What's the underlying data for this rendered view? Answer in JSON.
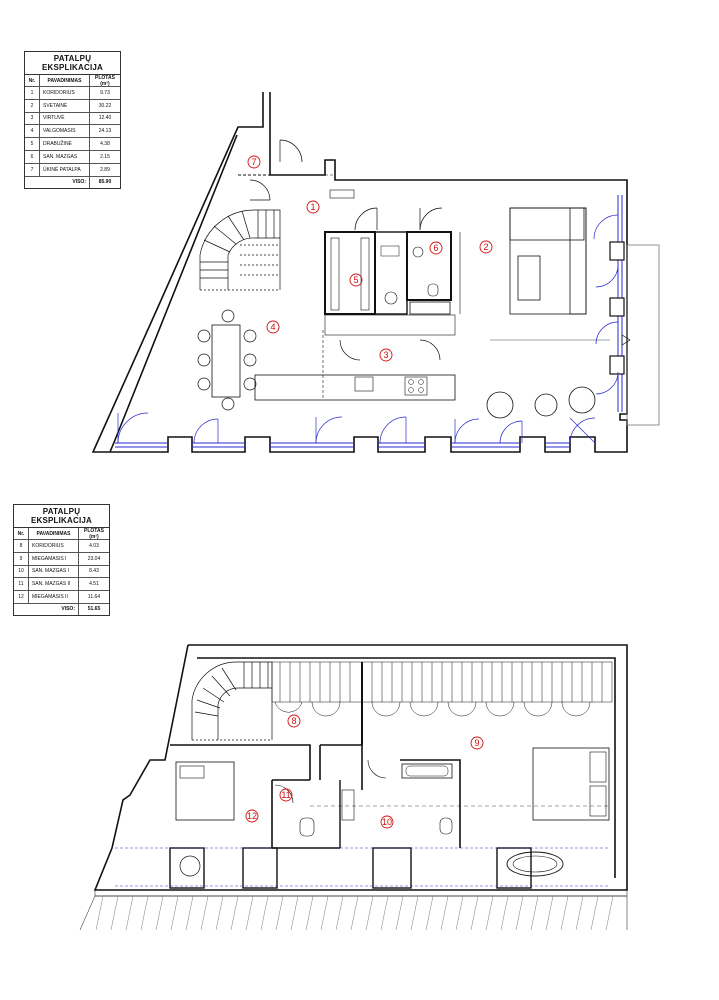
{
  "table1": {
    "title": "PATALPŲ EKSPLIKACIJA",
    "headers": {
      "nr": "Nr.",
      "name": "PAVADINIMAS",
      "area": "PLOTAS (m²)"
    },
    "rows": [
      {
        "nr": "1",
        "name": "KORIDORIUS",
        "area": "9.73"
      },
      {
        "nr": "2",
        "name": "SVETAINĖ",
        "area": "30.22"
      },
      {
        "nr": "3",
        "name": "VIRTUVĖ",
        "area": "12.40"
      },
      {
        "nr": "4",
        "name": "VALGOMASIS",
        "area": "24.13"
      },
      {
        "nr": "5",
        "name": "DRABUŽINĖ",
        "area": "4.38"
      },
      {
        "nr": "6",
        "name": "SAN. MAZGAS",
        "area": "2.15"
      },
      {
        "nr": "7",
        "name": "ŪKINĖ PATALPA",
        "area": "2.89"
      }
    ],
    "total_label": "VISO:",
    "total_value": "85.90"
  },
  "table2": {
    "title": "PATALPŲ EKSPLIKACIJA",
    "headers": {
      "nr": "Nr.",
      "name": "PAVADINIMAS",
      "area": "PLOTAS (m²)"
    },
    "rows": [
      {
        "nr": "8",
        "name": "KORIDORIUS",
        "area": "4.03"
      },
      {
        "nr": "9",
        "name": "MIEGAMASIS I",
        "area": "23.04"
      },
      {
        "nr": "10",
        "name": "SAN. MAZGAS I",
        "area": "8.43"
      },
      {
        "nr": "11",
        "name": "SAN. MAZGAS II",
        "area": "4.51"
      },
      {
        "nr": "12",
        "name": "MIEGAMASIS II",
        "area": "11.64"
      }
    ],
    "total_label": "VISO:",
    "total_value": "51.65"
  },
  "plan1_markers": [
    "1",
    "2",
    "3",
    "4",
    "5",
    "6",
    "7"
  ],
  "plan2_markers": [
    "8",
    "9",
    "10",
    "11",
    "12"
  ],
  "colors": {
    "marker": "#d01010",
    "window_line": "#2a2ad0",
    "wall": "#111111"
  }
}
